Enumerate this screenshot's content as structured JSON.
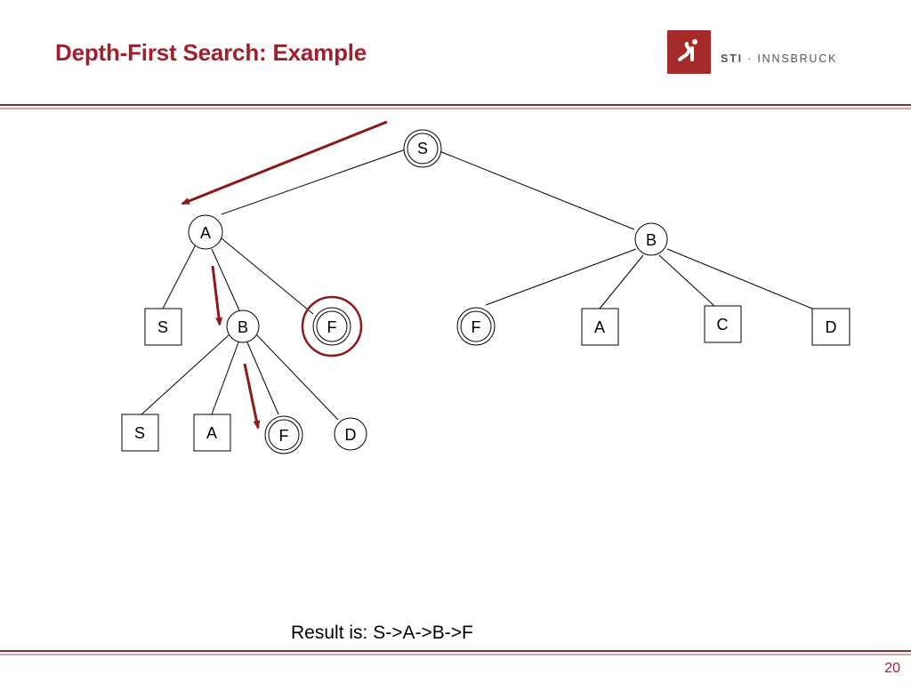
{
  "slide": {
    "title": "Depth-First Search: Example",
    "page_number": "20",
    "result_text": "Result is: S->A->B->F"
  },
  "logo": {
    "name": "STI",
    "separator": "·",
    "city": "INNSBRUCK",
    "brand_color": "#a52a2a"
  },
  "colors": {
    "title": "#a01f2c",
    "arrow": "#8b1a1a",
    "highlight_ring": "#8b1a1a",
    "edge": "#000000"
  },
  "tree": {
    "nodes": {
      "S": {
        "label": "S"
      },
      "A": {
        "label": "A"
      },
      "B": {
        "label": "B"
      },
      "AS": {
        "label": "S"
      },
      "AB": {
        "label": "B"
      },
      "AF": {
        "label": "F"
      },
      "BF": {
        "label": "F"
      },
      "BA": {
        "label": "A"
      },
      "BC": {
        "label": "C"
      },
      "BD": {
        "label": "D"
      },
      "ABS": {
        "label": "S"
      },
      "ABA": {
        "label": "A"
      },
      "ABF": {
        "label": "F"
      },
      "ABD": {
        "label": "D"
      }
    }
  }
}
